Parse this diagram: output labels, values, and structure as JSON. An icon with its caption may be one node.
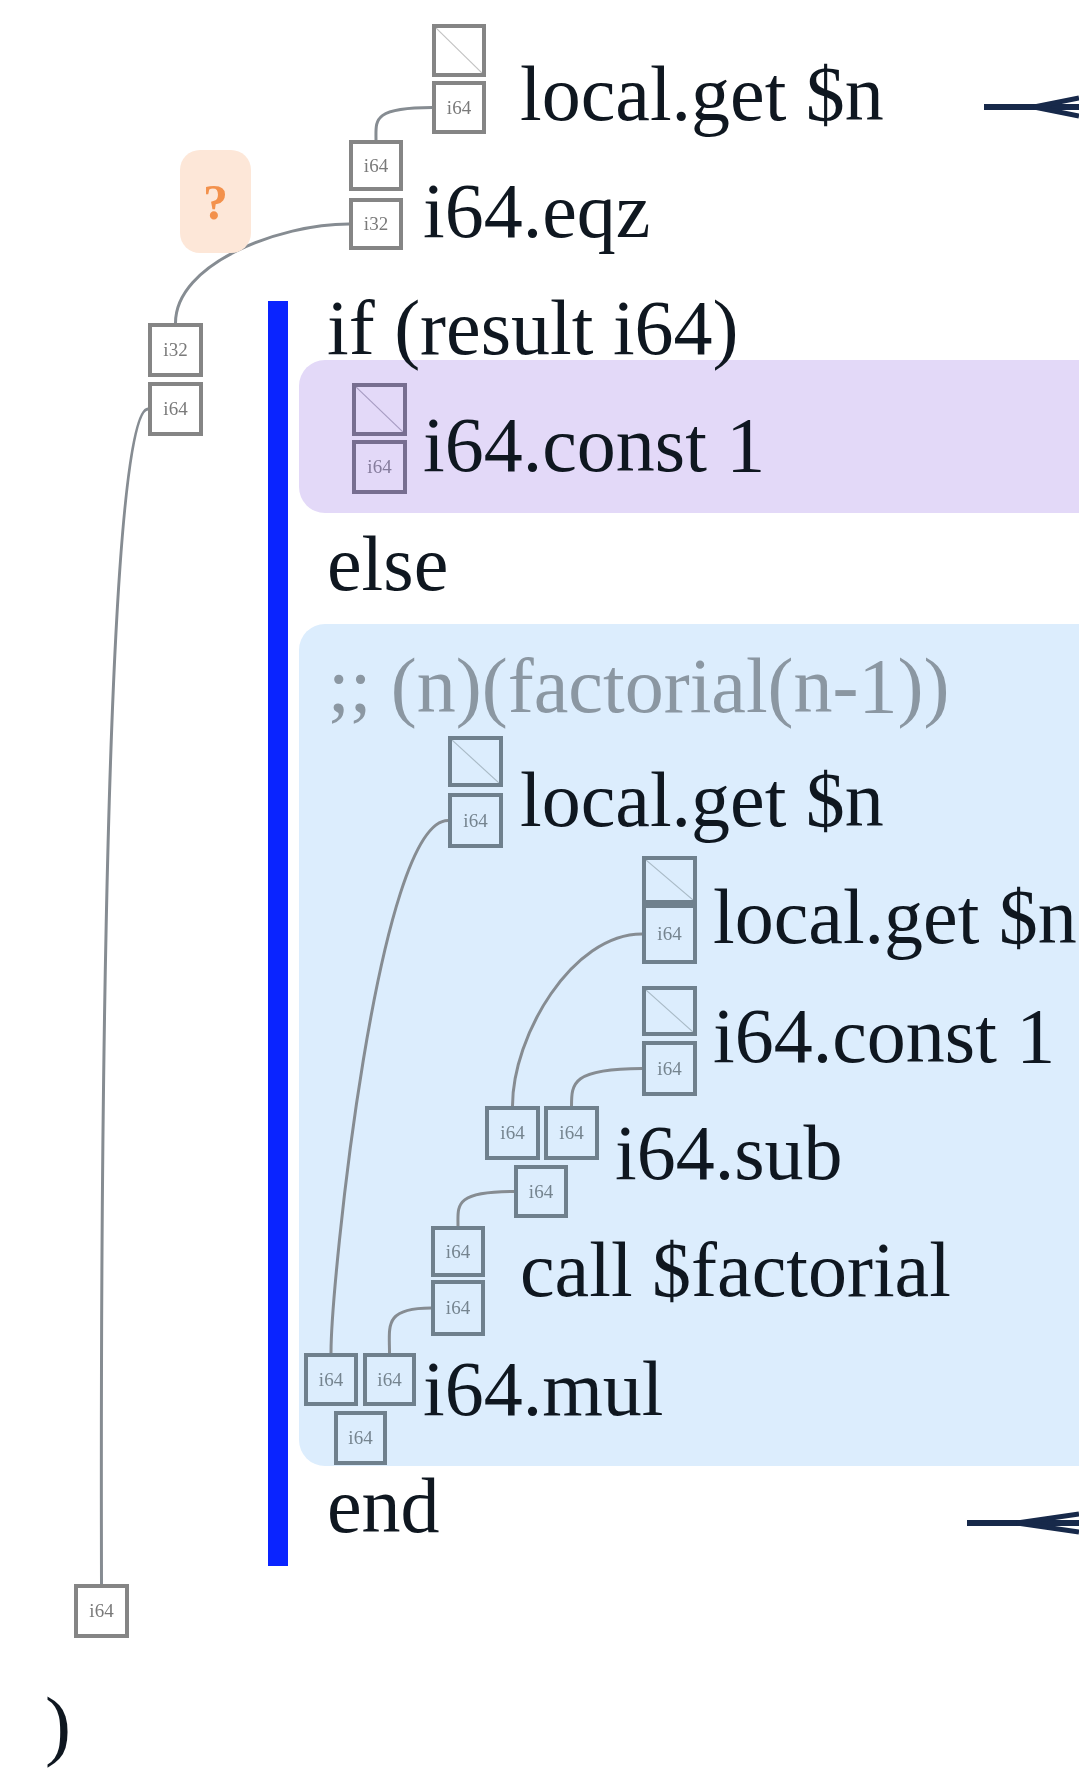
{
  "diagram": {
    "nodes": [
      {
        "text": [],
        "shape": "box"
      },
      {
        "text": [
          "i64"
        ]
      },
      {
        "text": [
          "i64"
        ]
      },
      {
        "text": [
          "i32"
        ]
      },
      {
        "text": [
          "?"
        ]
      },
      {
        "text": [
          "i32"
        ]
      },
      {
        "text": [
          "i64"
        ]
      },
      {
        "text": [],
        "shape": "bar"
      },
      {
        "text": [],
        "shape": "band"
      },
      {
        "text": [],
        "shape": "box",
        "in": 8
      },
      {
        "text": [
          "i64"
        ],
        "in": 8
      },
      {
        "text": [
          ";; (n)(factorial(n-1))"
        ]
      },
      {
        "text": [],
        "shape": "box",
        "in": 11
      },
      {
        "text": [
          "i64"
        ],
        "in": 11
      },
      {
        "text": [],
        "shape": "box",
        "in": 11
      },
      {
        "text": [
          "i64"
        ],
        "in": 11
      },
      {
        "text": [],
        "shape": "box",
        "in": 11
      },
      {
        "text": [
          "i64"
        ],
        "in": 11
      },
      {
        "text": [
          "i64"
        ],
        "in": 11
      },
      {
        "text": [
          "i64"
        ],
        "in": 11
      },
      {
        "text": [
          "i64"
        ],
        "in": 11
      },
      {
        "text": [
          "i64"
        ],
        "in": 11
      },
      {
        "text": [
          "i64"
        ],
        "in": 11
      },
      {
        "text": [
          "i64"
        ],
        "in": 11
      },
      {
        "text": [
          "i64"
        ],
        "in": 11
      },
      {
        "text": [
          "i64"
        ],
        "in": 11
      },
      {
        "text": [
          "i64"
        ]
      }
    ],
    "edges": [
      {
        "from": 1,
        "to": 2,
        "arrow": "none"
      },
      {
        "from": 3,
        "to": 5,
        "arrow": "none"
      },
      {
        "from": 6,
        "to": 26,
        "arrow": "none"
      },
      {
        "from": 13,
        "to": 23,
        "arrow": "none"
      },
      {
        "from": 15,
        "to": 18,
        "arrow": "none"
      },
      {
        "from": 17,
        "to": 19,
        "arrow": "none"
      },
      {
        "from": 20,
        "to": 21,
        "arrow": "none"
      },
      {
        "from": 22,
        "to": 24,
        "arrow": "none"
      }
    ],
    "labels": [
      "local.get $n",
      "i64.eqz",
      "if (result i64)",
      "i64.const 1",
      "else",
      "local.get $n",
      "local.get $n",
      "i64.const 1",
      "i64.sub",
      "call $factorial",
      "i64.mul",
      "end",
      ")"
    ]
  }
}
